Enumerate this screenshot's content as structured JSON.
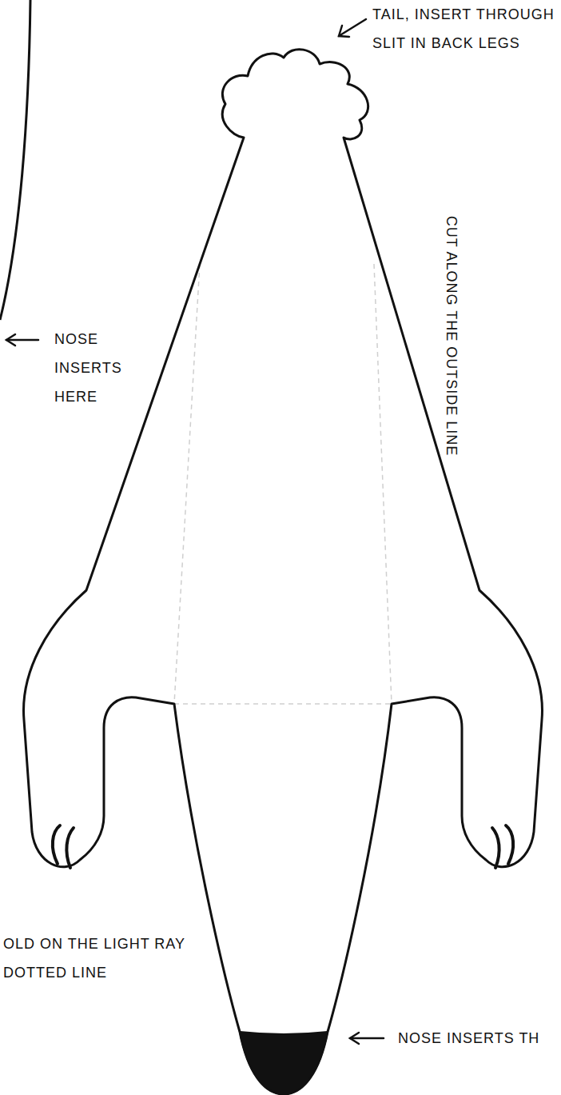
{
  "diagram": {
    "labels": [
      "TAIL, INSERT THROUGH SLIT IN BACK LEGS",
      "CUT ALONG THE OUTSIDE LINE",
      "NOSE INSERTS HERE",
      "OLD ON THE LIGHT RAY DOTTED LINE",
      "NOSE INSERTS TH"
    ]
  }
}
